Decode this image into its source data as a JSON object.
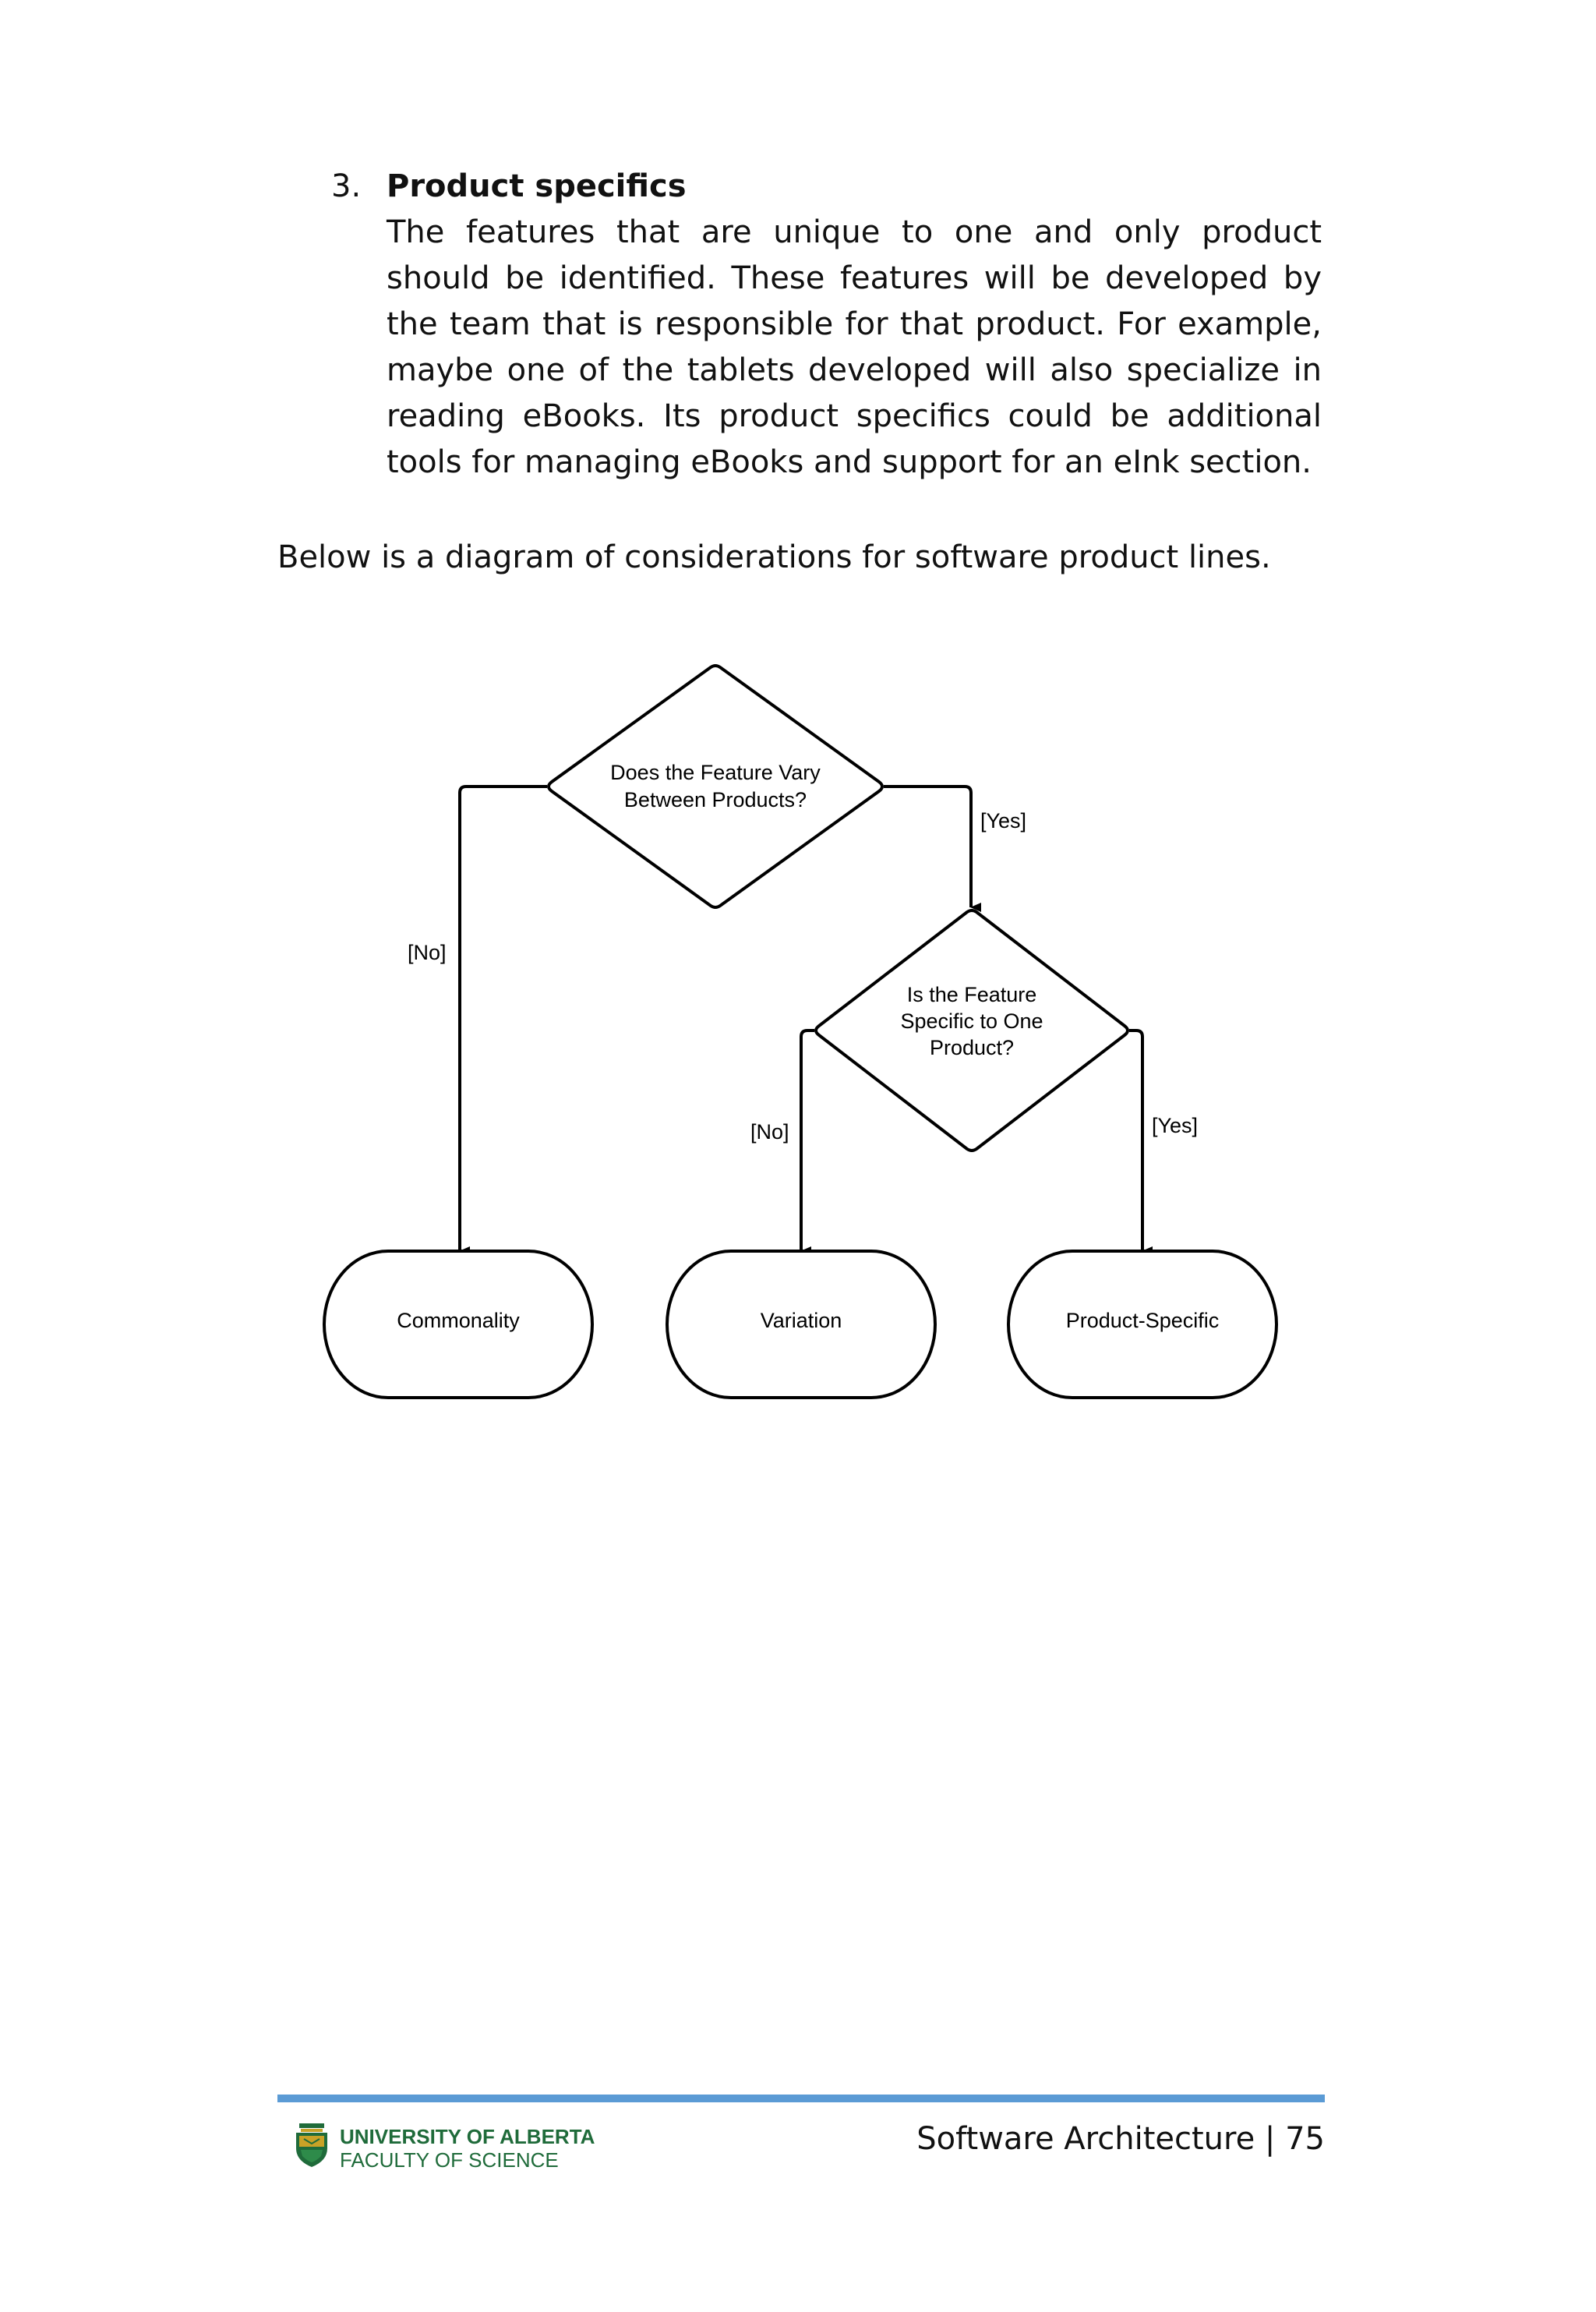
{
  "list_item": {
    "number": "3.",
    "title": "Product specifics",
    "body": "The features that are unique to one and only product should be identified. These features will be developed by the team that is responsible for that product. For example, maybe one of the tablets developed will also specialize in reading eBooks. Its product specifics could be additional tools for managing eBooks and support for an eInk section."
  },
  "intro": "Below is a diagram of considerations for software product lines.",
  "diagram": {
    "decision1": {
      "line1": "Does the Feature Vary",
      "line2": "Between Products?"
    },
    "decision2": {
      "line1": "Is the Feature",
      "line2": "Specific to One",
      "line3": "Product?"
    },
    "edge_no_1": "[No]",
    "edge_yes_1": "[Yes]",
    "edge_no_2": "[No]",
    "edge_yes_2": "[Yes]",
    "outcome_commonality": "Commonality",
    "outcome_variation": "Variation",
    "outcome_product_specific": "Product-Specific"
  },
  "footer": {
    "org_line1": "UNIVERSITY OF ALBERTA",
    "org_line2": "FACULTY OF SCIENCE",
    "page_label": "Software Architecture | 75",
    "rule_color": "#5b9bd5",
    "org_color": "#1f6b3a",
    "logo_icon": "university-crest-icon"
  }
}
